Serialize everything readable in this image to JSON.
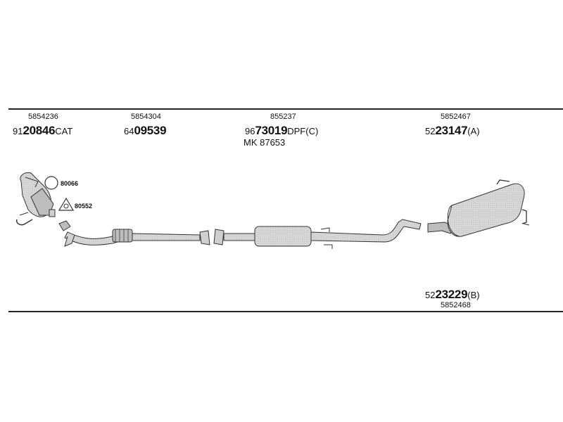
{
  "parts": {
    "p1": {
      "ref": "5854236",
      "prefix": "91",
      "number": "20846",
      "suffix": "CAT"
    },
    "p2": {
      "ref": "5854304",
      "prefix": "64",
      "number": "09539",
      "suffix": ""
    },
    "p3": {
      "ref": "855237",
      "prefix": "96",
      "number": "73019",
      "suffix": "DPF(C)",
      "kit": "MK 87653"
    },
    "p4": {
      "ref": "5852467",
      "prefix": "52",
      "number": "23147",
      "suffix": "(A)"
    },
    "p5": {
      "ref": "5852468",
      "prefix": "52",
      "number": "23229",
      "suffix": "(B)"
    }
  },
  "accessories": {
    "a1": "80066",
    "a2": "80552"
  }
}
